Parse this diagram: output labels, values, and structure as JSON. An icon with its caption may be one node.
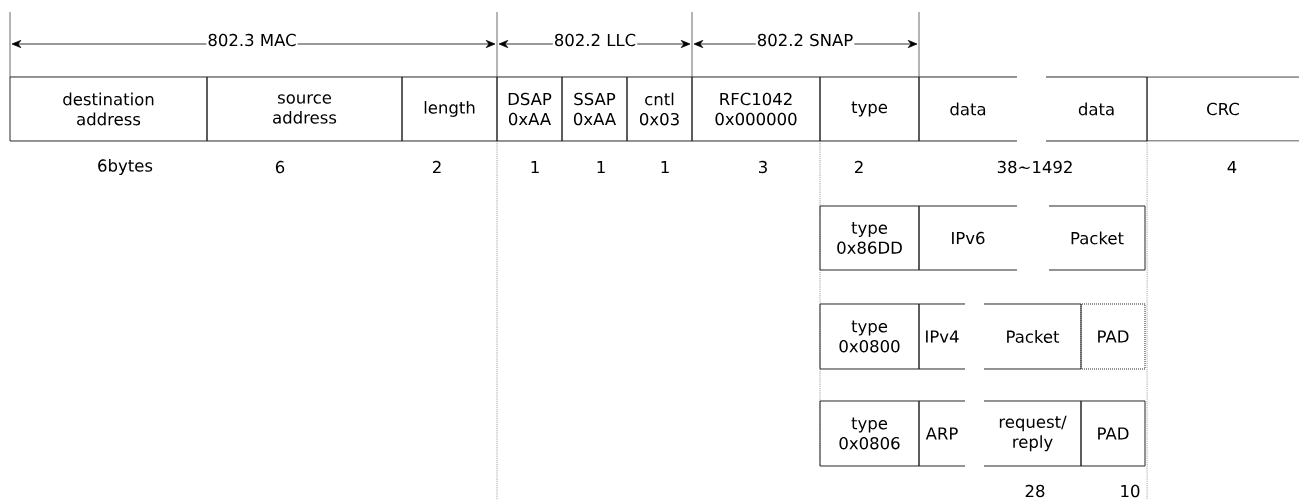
{
  "diagram": {
    "nodes": [
      {
        "text": [
          "destination address"
        ]
      },
      {
        "text": [
          "source address"
        ]
      },
      {
        "text": [
          "length"
        ]
      },
      {
        "text": [
          "DSAP 0xAA"
        ]
      },
      {
        "text": [
          "SSAP 0xAA"
        ]
      },
      {
        "text": [
          "cntl 0x03"
        ]
      },
      {
        "text": [
          "RFC1042 0x000000"
        ]
      },
      {
        "text": [
          "type"
        ]
      },
      {
        "text": [
          "data"
        ]
      },
      {
        "text": [
          "data"
        ]
      },
      {
        "text": [
          "CRC"
        ]
      },
      {
        "text": [
          "type 0x86DD"
        ]
      },
      {
        "text": [
          "IPv6"
        ]
      },
      {
        "text": [
          "Packet"
        ]
      },
      {
        "text": [
          "type 0x0800"
        ]
      },
      {
        "text": [
          "IPv4"
        ]
      },
      {
        "text": [
          "Packet"
        ]
      },
      {
        "text": [
          "PAD"
        ]
      },
      {
        "text": [
          "type 0x0806"
        ]
      },
      {
        "text": [
          "ARP"
        ]
      },
      {
        "text": [
          "request/ reply"
        ]
      },
      {
        "text": [
          "PAD"
        ]
      }
    ],
    "labels": [
      "802.3 MAC",
      "802.2 LLC",
      "802.2 SNAP",
      "6bytes",
      "6",
      "2",
      "1",
      "1",
      "1",
      "3",
      "2",
      "38~1492",
      "4",
      "28",
      "10"
    ]
  }
}
